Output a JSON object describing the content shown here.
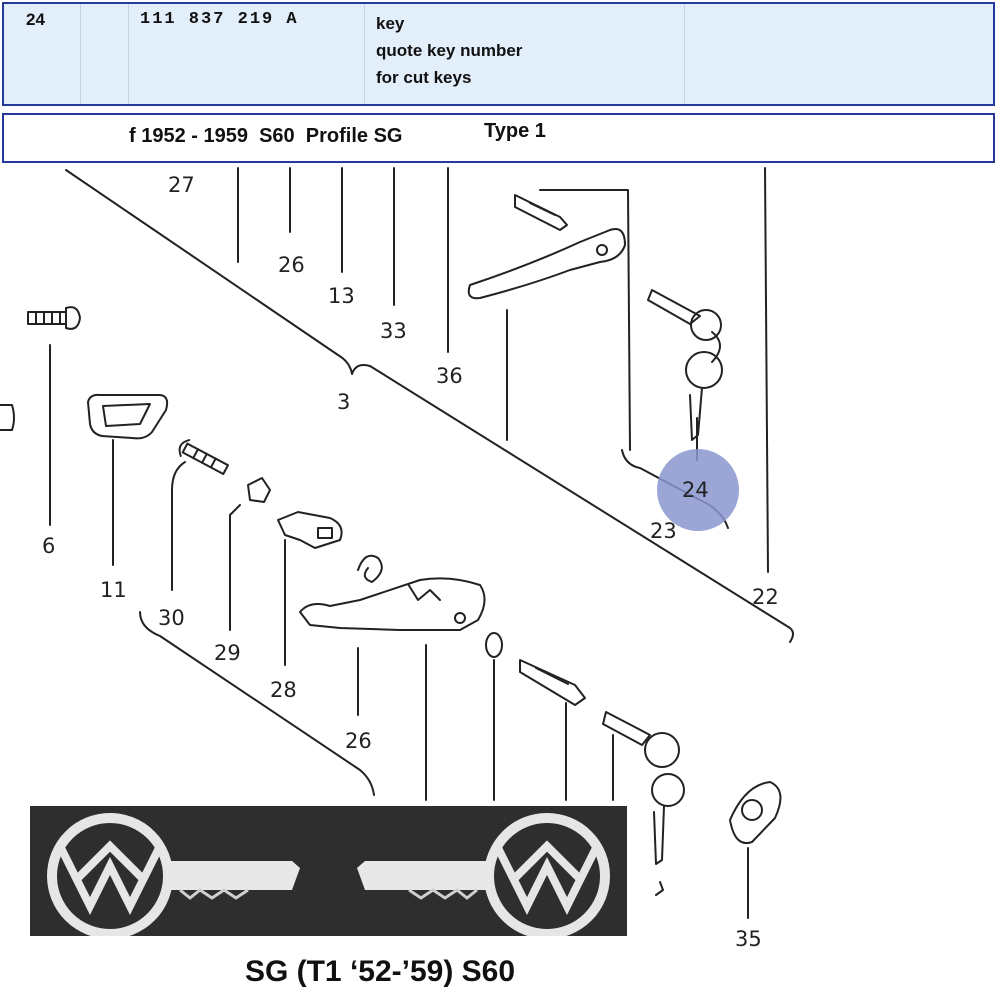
{
  "part_row": {
    "item": "24",
    "part_number": "111 837 219 A",
    "description_lines": [
      "key",
      "quote key number",
      "for cut keys"
    ]
  },
  "fitment": {
    "text": "f 1952 - 1959  S60  Profile SG",
    "type": "Type 1"
  },
  "callouts": {
    "c27": "27",
    "c26a": "26",
    "c13": "13",
    "c33": "33",
    "c36": "36",
    "c3": "3",
    "c6": "6",
    "c11": "11",
    "c30": "30",
    "c29": "29",
    "c28": "28",
    "c26b": "26",
    "c24": "24",
    "c23": "23",
    "c22": "22",
    "c35": "35"
  },
  "highlight": {
    "item": "24",
    "color": "#8a97cf"
  },
  "caption": "SG (T1 ‘52-’59) S60",
  "colors": {
    "border": "#24399a",
    "row_bg": "#e3eefb",
    "line": "#222222"
  }
}
